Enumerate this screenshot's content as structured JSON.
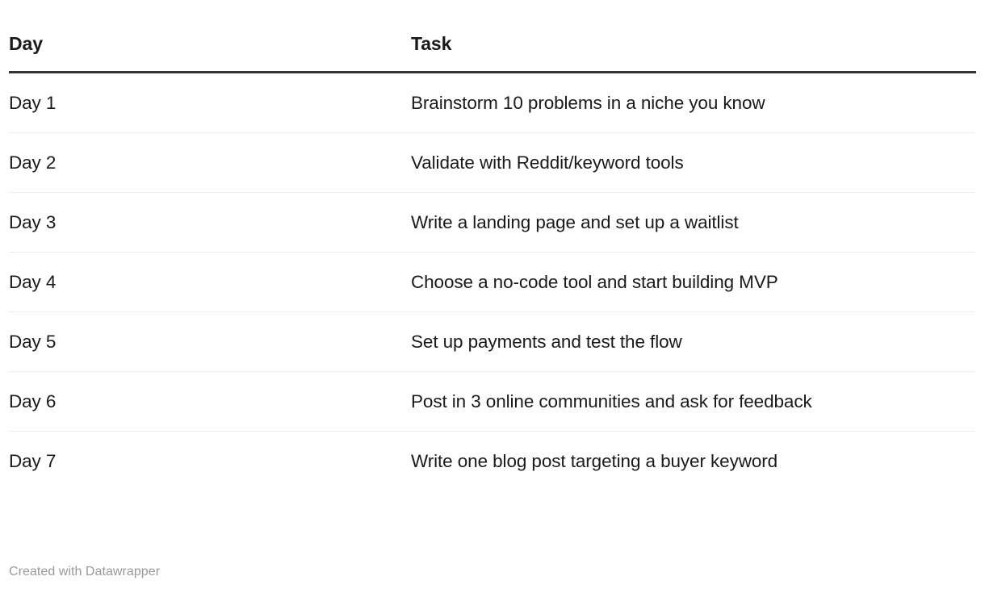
{
  "chart_data": {
    "type": "table",
    "title": "",
    "subtitle": "",
    "columns": [
      "Day",
      "Task"
    ],
    "rows": [
      [
        "Day 1",
        "Brainstorm 10 problems in a niche you know"
      ],
      [
        "Day 2",
        "Validate with Reddit/keyword tools"
      ],
      [
        "Day 3",
        "Write a landing page and set up a waitlist"
      ],
      [
        "Day 4",
        "Choose a no-code tool and start building MVP"
      ],
      [
        "Day 5",
        "Set up payments and test the flow"
      ],
      [
        "Day 6",
        "Post in 3 online communities and ask for feedback"
      ],
      [
        "Day 7",
        "Write one blog post targeting a buyer keyword"
      ]
    ],
    "grid": false,
    "legend": "none",
    "header_rule_color": "#333333",
    "row_rule_color": "#ececec",
    "text_color": "#1a1a1a",
    "background_color": "#ffffff"
  },
  "table": {
    "headers": {
      "day": "Day",
      "task": "Task"
    },
    "rows": [
      {
        "day": "Day 1",
        "task": "Brainstorm 10 problems in a niche you know"
      },
      {
        "day": "Day 2",
        "task": "Validate with Reddit/keyword tools"
      },
      {
        "day": "Day 3",
        "task": "Write a landing page and set up a waitlist"
      },
      {
        "day": "Day 4",
        "task": "Choose a no-code tool and start building MVP"
      },
      {
        "day": "Day 5",
        "task": "Set up payments and test the flow"
      },
      {
        "day": "Day 6",
        "task": "Post in 3 online communities and ask for feedback"
      },
      {
        "day": "Day 7",
        "task": "Write one blog post targeting a buyer keyword"
      }
    ]
  },
  "footer": {
    "credit": "Created with Datawrapper"
  }
}
